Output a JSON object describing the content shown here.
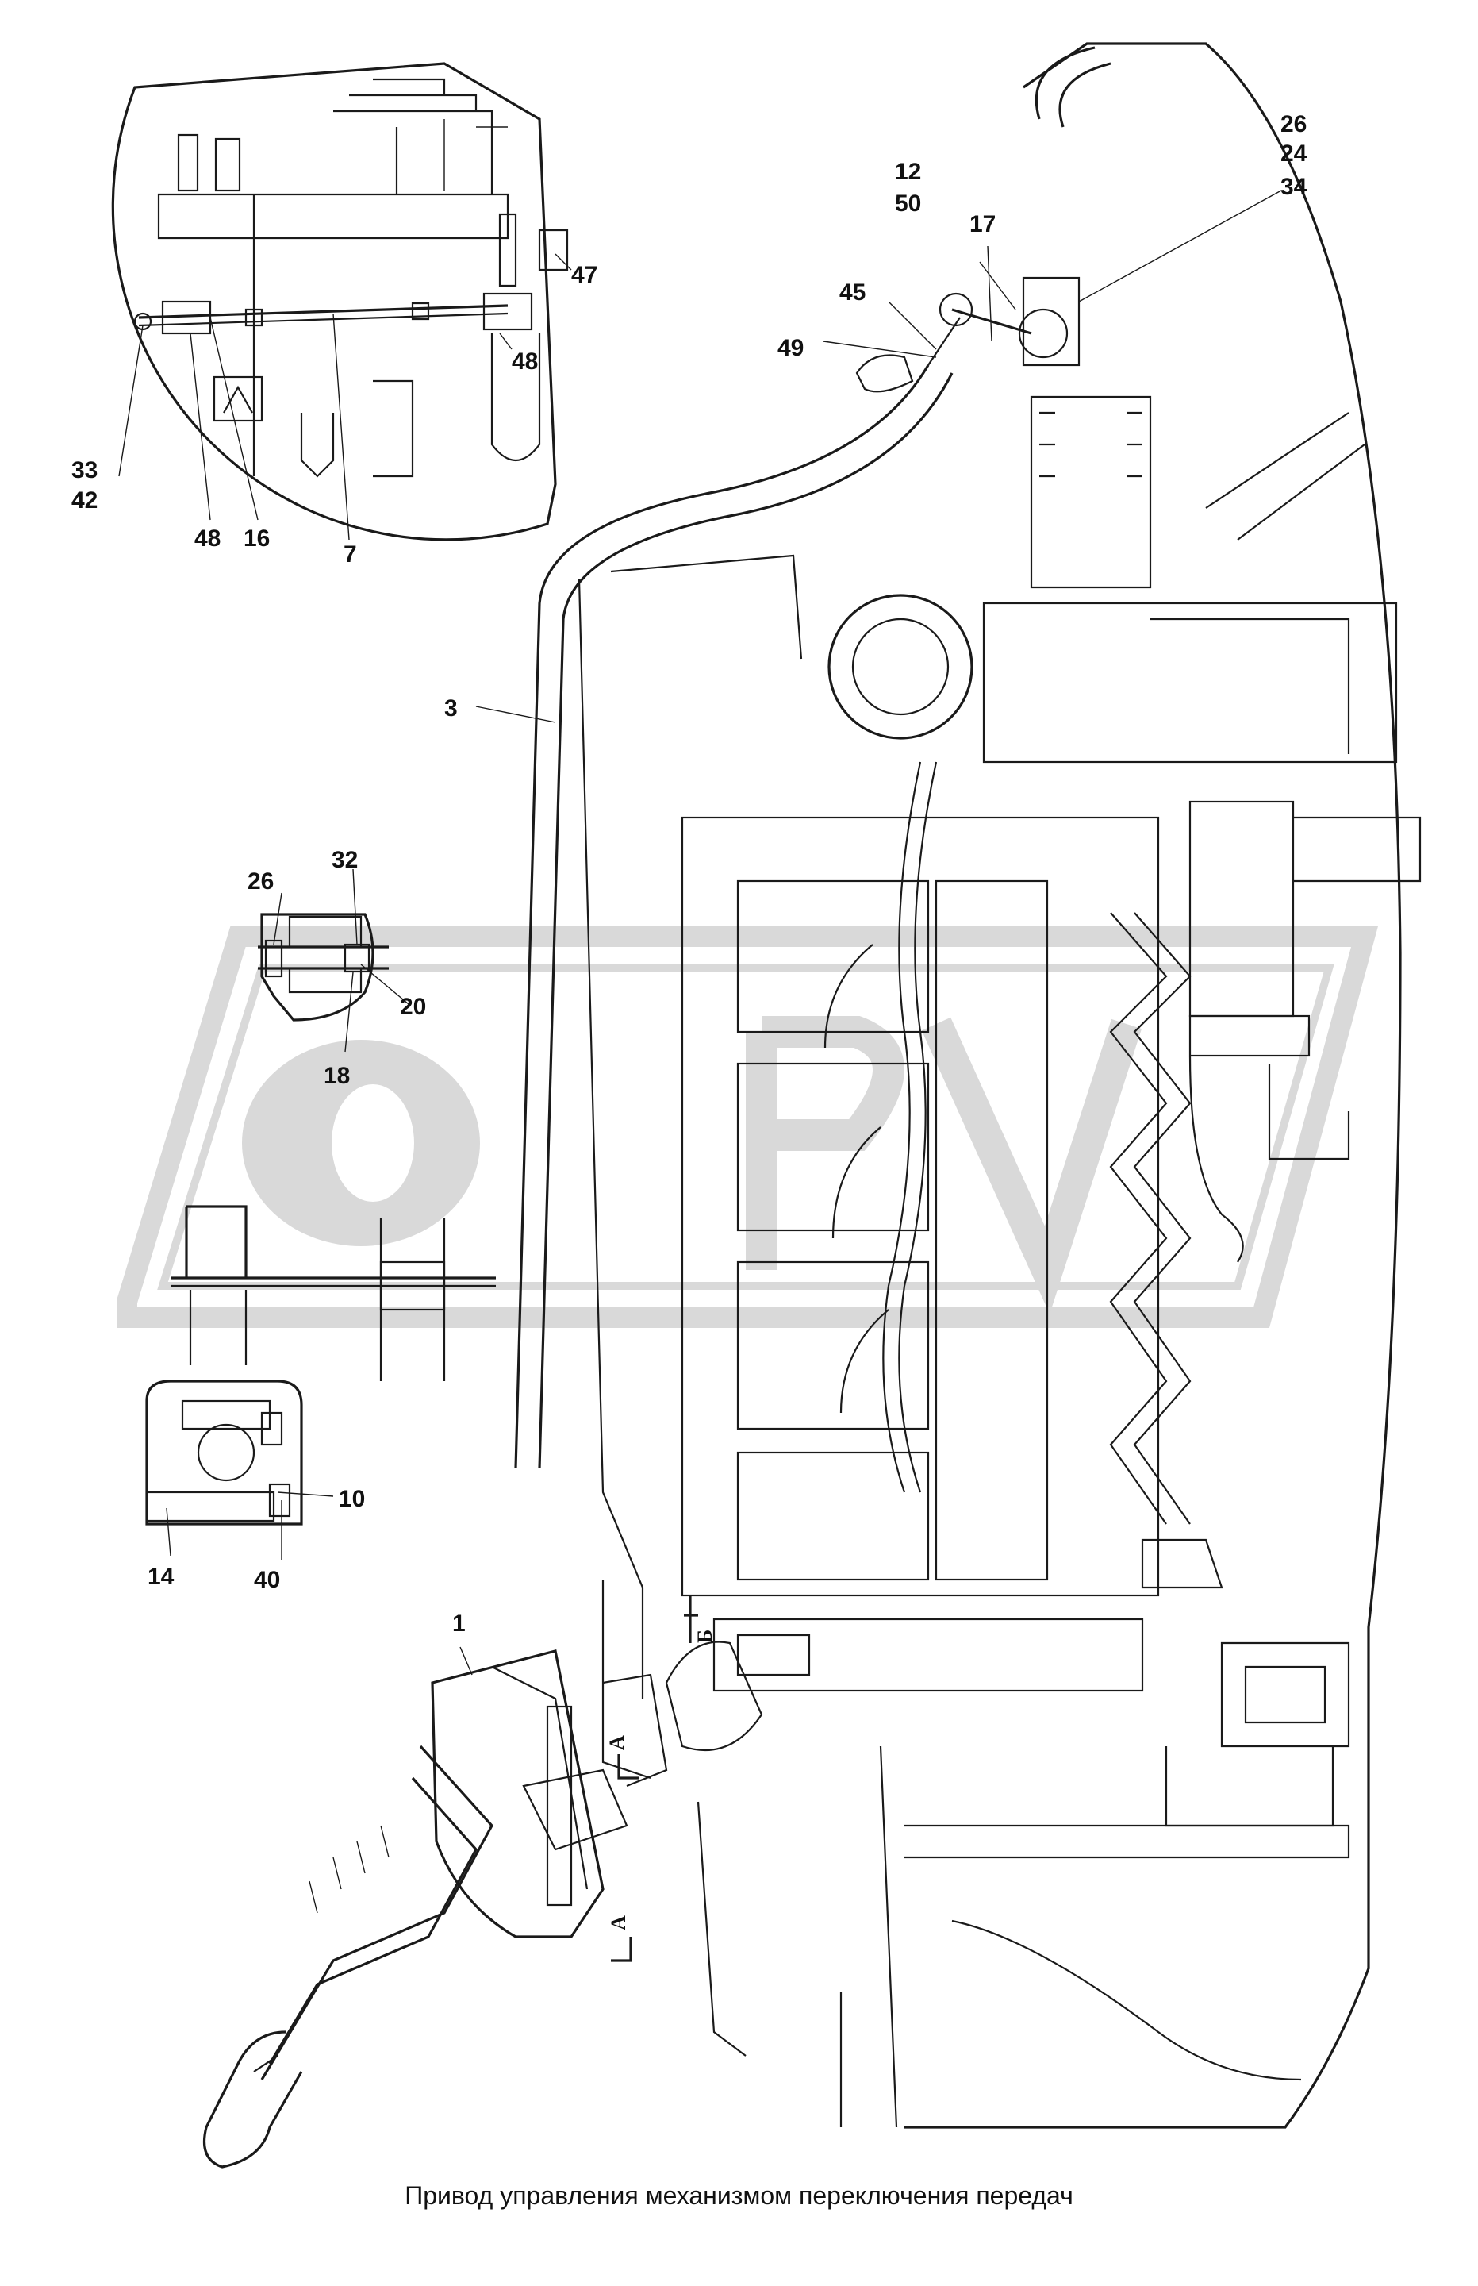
{
  "caption": "Привод управления механизмом переключения передач",
  "callouts": [
    {
      "id": "c47",
      "text": "47"
    },
    {
      "id": "c48a",
      "text": "48"
    },
    {
      "id": "c33",
      "text": "33"
    },
    {
      "id": "c42",
      "text": "42"
    },
    {
      "id": "c48b",
      "text": "48"
    },
    {
      "id": "c16",
      "text": "16"
    },
    {
      "id": "c7",
      "text": "7"
    },
    {
      "id": "c26a",
      "text": "26"
    },
    {
      "id": "c24",
      "text": "24"
    },
    {
      "id": "c34",
      "text": "34"
    },
    {
      "id": "c12",
      "text": "12"
    },
    {
      "id": "c50",
      "text": "50"
    },
    {
      "id": "c17",
      "text": "17"
    },
    {
      "id": "c45",
      "text": "45"
    },
    {
      "id": "c49",
      "text": "49"
    },
    {
      "id": "c3",
      "text": "3"
    },
    {
      "id": "c26b",
      "text": "26"
    },
    {
      "id": "c32",
      "text": "32"
    },
    {
      "id": "c20",
      "text": "20"
    },
    {
      "id": "c18",
      "text": "18"
    },
    {
      "id": "c10",
      "text": "10"
    },
    {
      "id": "c14",
      "text": "14"
    },
    {
      "id": "c40",
      "text": "40"
    },
    {
      "id": "c1",
      "text": "1"
    }
  ],
  "section_marks": {
    "b": "Б",
    "a1": "A",
    "a2": "A"
  },
  "colors": {
    "line": "#1a1a1a",
    "watermark": "#d9d9d9",
    "background": "#ffffff"
  }
}
